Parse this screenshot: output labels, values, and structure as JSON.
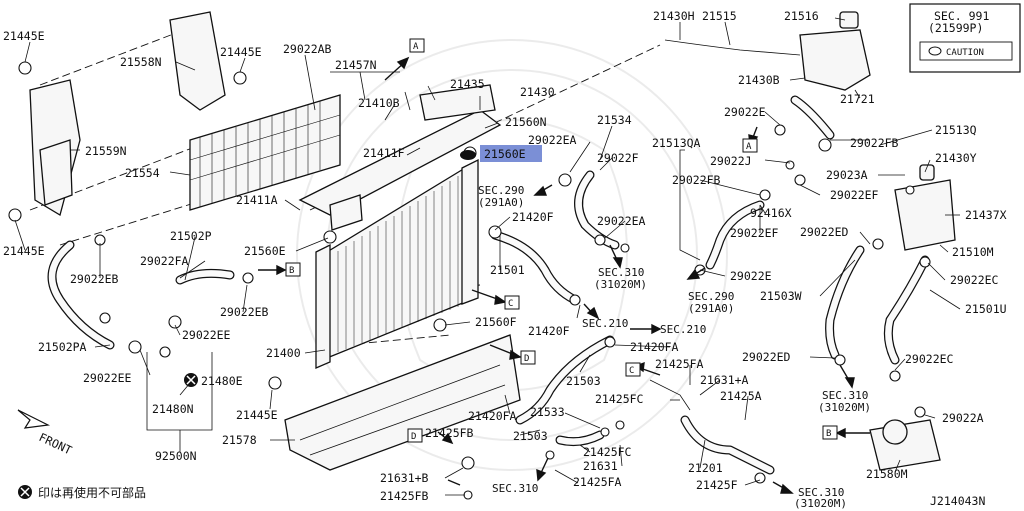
{
  "diagram_code": "J214043N",
  "caution_box": {
    "sec": "SEC. 991",
    "sec_sub": "(21599P)",
    "caution": "CAUTION"
  },
  "legend_note": "印は再使用不可部品",
  "front_label": "FRONT",
  "highlighted_part": "21560E",
  "labels": {
    "l_21445E_a": "21445E",
    "l_21558N": "21558N",
    "l_21445E_b": "21445E",
    "l_29022AB": "29022AB",
    "l_21457N": "21457N",
    "l_21435": "21435",
    "l_21430": "21430",
    "l_21430H": "21430H",
    "l_21515": "21515",
    "l_21516": "21516",
    "l_21559N": "21559N",
    "l_21410B": "21410B",
    "l_21560N": "21560N",
    "l_21430B": "21430B",
    "l_21721": "21721",
    "l_21554": "21554",
    "l_21411F": "21411F",
    "l_29022EA_a": "29022EA",
    "l_21534": "21534",
    "l_29022E_a": "29022E",
    "l_21513Q": "21513Q",
    "l_29022F": "29022F",
    "l_21513QA": "21513QA",
    "l_29022FB_a": "29022FB",
    "l_29022J": "29022J",
    "l_21430Y": "21430Y",
    "l_29022FB_b": "29022FB",
    "l_29023A": "29023A",
    "l_29022EF_a": "29022EF",
    "l_21411A": "21411A",
    "l_21420F_a": "21420F",
    "l_29022EA_b": "29022EA",
    "l_92416X": "92416X",
    "l_21437X": "21437X",
    "l_21445E_c": "21445E",
    "l_21502P": "21502P",
    "l_21560E_a": "21560E",
    "l_29022EF_b": "29022EF",
    "l_29022ED_a": "29022ED",
    "l_21510M": "21510M",
    "l_29022FA": "29022FA",
    "l_21501": "21501",
    "l_29022E_b": "29022E",
    "l_29022EC_a": "29022EC",
    "l_29022EB_a": "29022EB",
    "l_29022EB_b": "29022EB",
    "l_21503W": "21503W",
    "l_21501U": "21501U",
    "l_21560F": "21560F",
    "l_21420F_b": "21420F",
    "l_29022EE_a": "29022EE",
    "l_21502PA": "21502PA",
    "l_21400": "21400",
    "l_21420FA_a": "21420FA",
    "l_29022ED_b": "29022ED",
    "l_29022EC_b": "29022EC",
    "l_29022EE_b": "29022EE",
    "l_21480E": "21480E",
    "l_21503_a": "21503",
    "l_21425FA_a": "21425FA",
    "l_21631A": "21631+A",
    "l_21480N": "21480N",
    "l_21445E_d": "21445E",
    "l_21420FA_b": "21420FA",
    "l_21533": "21533",
    "l_21425FC_a": "21425FC",
    "l_21425A": "21425A",
    "l_29022A": "29022A",
    "l_21578": "21578",
    "l_21425FB_a": "21425FB",
    "l_21503_b": "21503",
    "l_92500N": "92500N",
    "l_21425FC_b": "21425FC",
    "l_21631": "21631",
    "l_21580M": "21580M",
    "l_21201": "21201",
    "l_21631B": "21631+B",
    "l_21425FA_b": "21425FA",
    "l_21425F": "21425F",
    "l_21425FB_b": "21425FB"
  },
  "sections": {
    "s_290_a": "SEC.290",
    "s_290_a_sub": "(291A0)",
    "s_310_a": "SEC.310",
    "s_310_a_sub": "(31020M)",
    "s_290_b": "SEC.290",
    "s_290_b_sub": "(291A0)",
    "s_210_a": "SEC.210",
    "s_210_b": "SEC.210",
    "s_310_b": "SEC.310",
    "s_310_b_sub": "(31020M)",
    "s_310_c": "SEC.310",
    "s_310_d": "SEC.310",
    "s_310_d_sub": "(31020M)"
  },
  "refs": {
    "r_A1": "A",
    "r_A2": "A",
    "r_B1": "B",
    "r_B2": "B",
    "r_C1": "C",
    "r_C2": "C",
    "r_D1": "D",
    "r_D2": "D"
  }
}
